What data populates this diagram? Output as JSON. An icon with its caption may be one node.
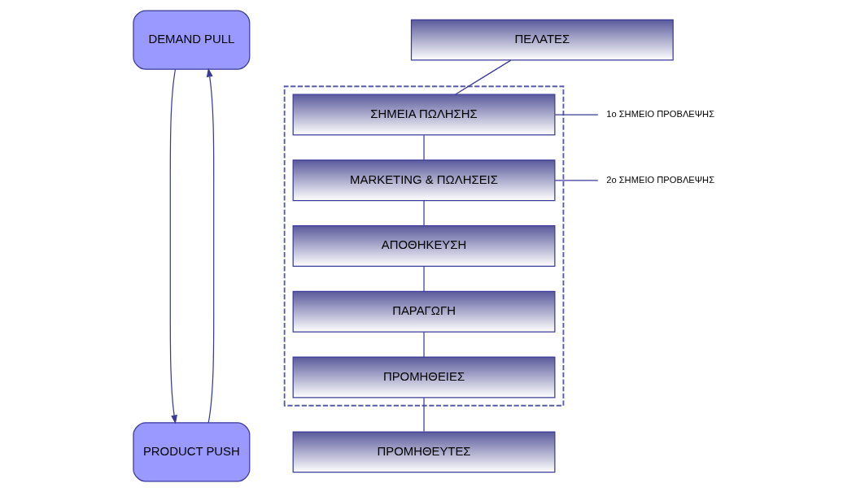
{
  "diagram": {
    "nodes": [
      {
        "text": [
          "DEMAND PULL"
        ]
      },
      {
        "text": [
          "PRODUCT PUSH"
        ]
      },
      {
        "text": [
          "ΠΕΛΑΤΕΣ"
        ]
      },
      {
        "text": [],
        "shape": "box"
      },
      {
        "text": [
          "ΣΗΜΕΙΑ ΠΩΛΗΣΗΣ"
        ],
        "in": 3
      },
      {
        "text": [
          "MARKETING & ΠΩΛΗΣΕΙΣ"
        ],
        "in": 3
      },
      {
        "text": [
          "ΑΠΟΘΗΚΕΥΣΗ"
        ],
        "in": 3
      },
      {
        "text": [
          "ΠΑΡΑΓΩΓΗ"
        ],
        "in": 3
      },
      {
        "text": [
          "ΠΡΟΜΗΘΕΙΕΣ"
        ],
        "in": 3
      },
      {
        "text": [
          "ΠΡΟΜΗΘΕΥΤΕΣ"
        ]
      },
      {
        "text": [
          "1ο ΣΗΜΕΙΟ ΠΡΟΒΛΕΨΗΣ"
        ]
      },
      {
        "text": [
          "2ο ΣΗΜΕΙΟ ΠΡΟΒΛΕΨΗΣ"
        ]
      }
    ],
    "edges": [
      {
        "from": 0,
        "to": 1,
        "arrow": "to"
      },
      {
        "from": 1,
        "to": 0,
        "arrow": "to"
      },
      {
        "from": 2,
        "to": 4,
        "arrow": "none"
      },
      {
        "from": 4,
        "to": 5,
        "arrow": "none"
      },
      {
        "from": 5,
        "to": 6,
        "arrow": "none"
      },
      {
        "from": 6,
        "to": 7,
        "arrow": "none"
      },
      {
        "from": 7,
        "to": 8,
        "arrow": "none"
      },
      {
        "from": 8,
        "to": 9,
        "arrow": "none"
      },
      {
        "from": 4,
        "to": 10,
        "arrow": "none"
      },
      {
        "from": 5,
        "to": 11,
        "arrow": "none"
      }
    ]
  }
}
